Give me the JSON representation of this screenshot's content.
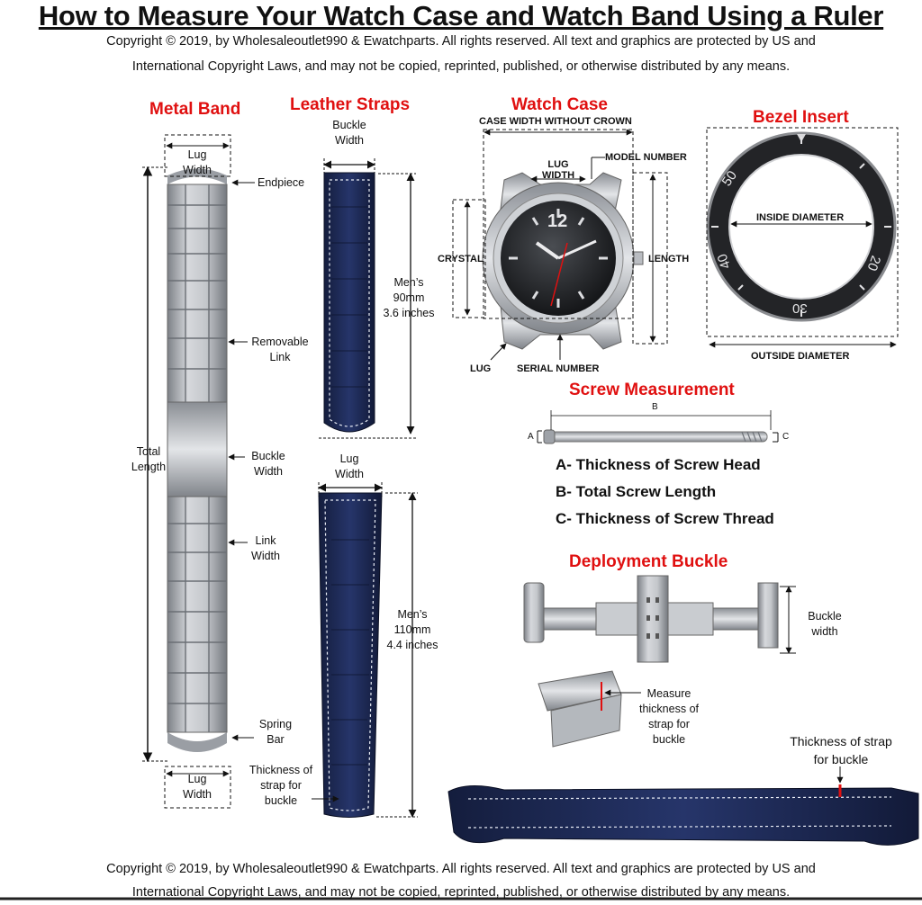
{
  "title": "How to Measure Your Watch Case and Watch Band Using a Ruler",
  "copyright": {
    "line1": "Copyright  © 2019, by Wholesaleoutlet990 & Ewatchparts. All rights reserved. All text and graphics are protected by US and",
    "line2": "International Copyright Laws, and may not be copied, reprinted, published, or otherwise distributed by any  means."
  },
  "sections": {
    "metal_band": "Metal Band",
    "leather_straps": "Leather Straps",
    "watch_case": "Watch Case",
    "bezel_insert": "Bezel Insert",
    "screw_measurement": "Screw Measurement",
    "deployment_buckle": "Deployment Buckle"
  },
  "metal_band": {
    "lug_width_top": "Lug Width",
    "endpiece": "Endpiece",
    "removable_link": "Removable Link",
    "total_length": "Total Length",
    "buckle_width": "Buckle Width",
    "link_width": "Link Width",
    "spring_bar": "Spring Bar",
    "lug_width_bottom": "Lug Width",
    "thickness": "Thickness of strap for buckle"
  },
  "leather": {
    "buckle_width": "Buckle Width",
    "mens_90_line1": "Men’s",
    "mens_90_line2": "90mm",
    "mens_90_line3": "3.6 inches",
    "lug_width": "Lug Width",
    "mens_110_line1": "Men’s",
    "mens_110_line2": "110mm",
    "mens_110_line3": "4.4 inches"
  },
  "watch_case": {
    "case_width": "CASE WIDTH WITHOUT CROWN",
    "lug_width": "LUG WIDTH",
    "model_number": "MODEL NUMBER",
    "crystal": "CRYSTAL",
    "length": "LENGTH",
    "lug": "LUG",
    "serial_number": "SERIAL NUMBER"
  },
  "bezel": {
    "inside_diameter": "INSIDE DIAMETER",
    "outside_diameter": "OUTSIDE DIAMETER",
    "num_50": "50",
    "num_40": "40",
    "num_30": "30",
    "num_20": "20"
  },
  "screw": {
    "a": "A",
    "b": "B",
    "c": "C",
    "legend_a": "A- Thickness of Screw Head",
    "legend_b": "B- Total Screw Length",
    "legend_c": "C- Thickness of Screw Thread"
  },
  "buckle": {
    "buckle_width": "Buckle width",
    "measure": "Measure thickness of strap for buckle",
    "thickness_strap": "Thickness of strap for buckle"
  },
  "colors": {
    "section_title": "#e01010",
    "leather": "#1d2a55",
    "steel": "#a9adb3"
  }
}
